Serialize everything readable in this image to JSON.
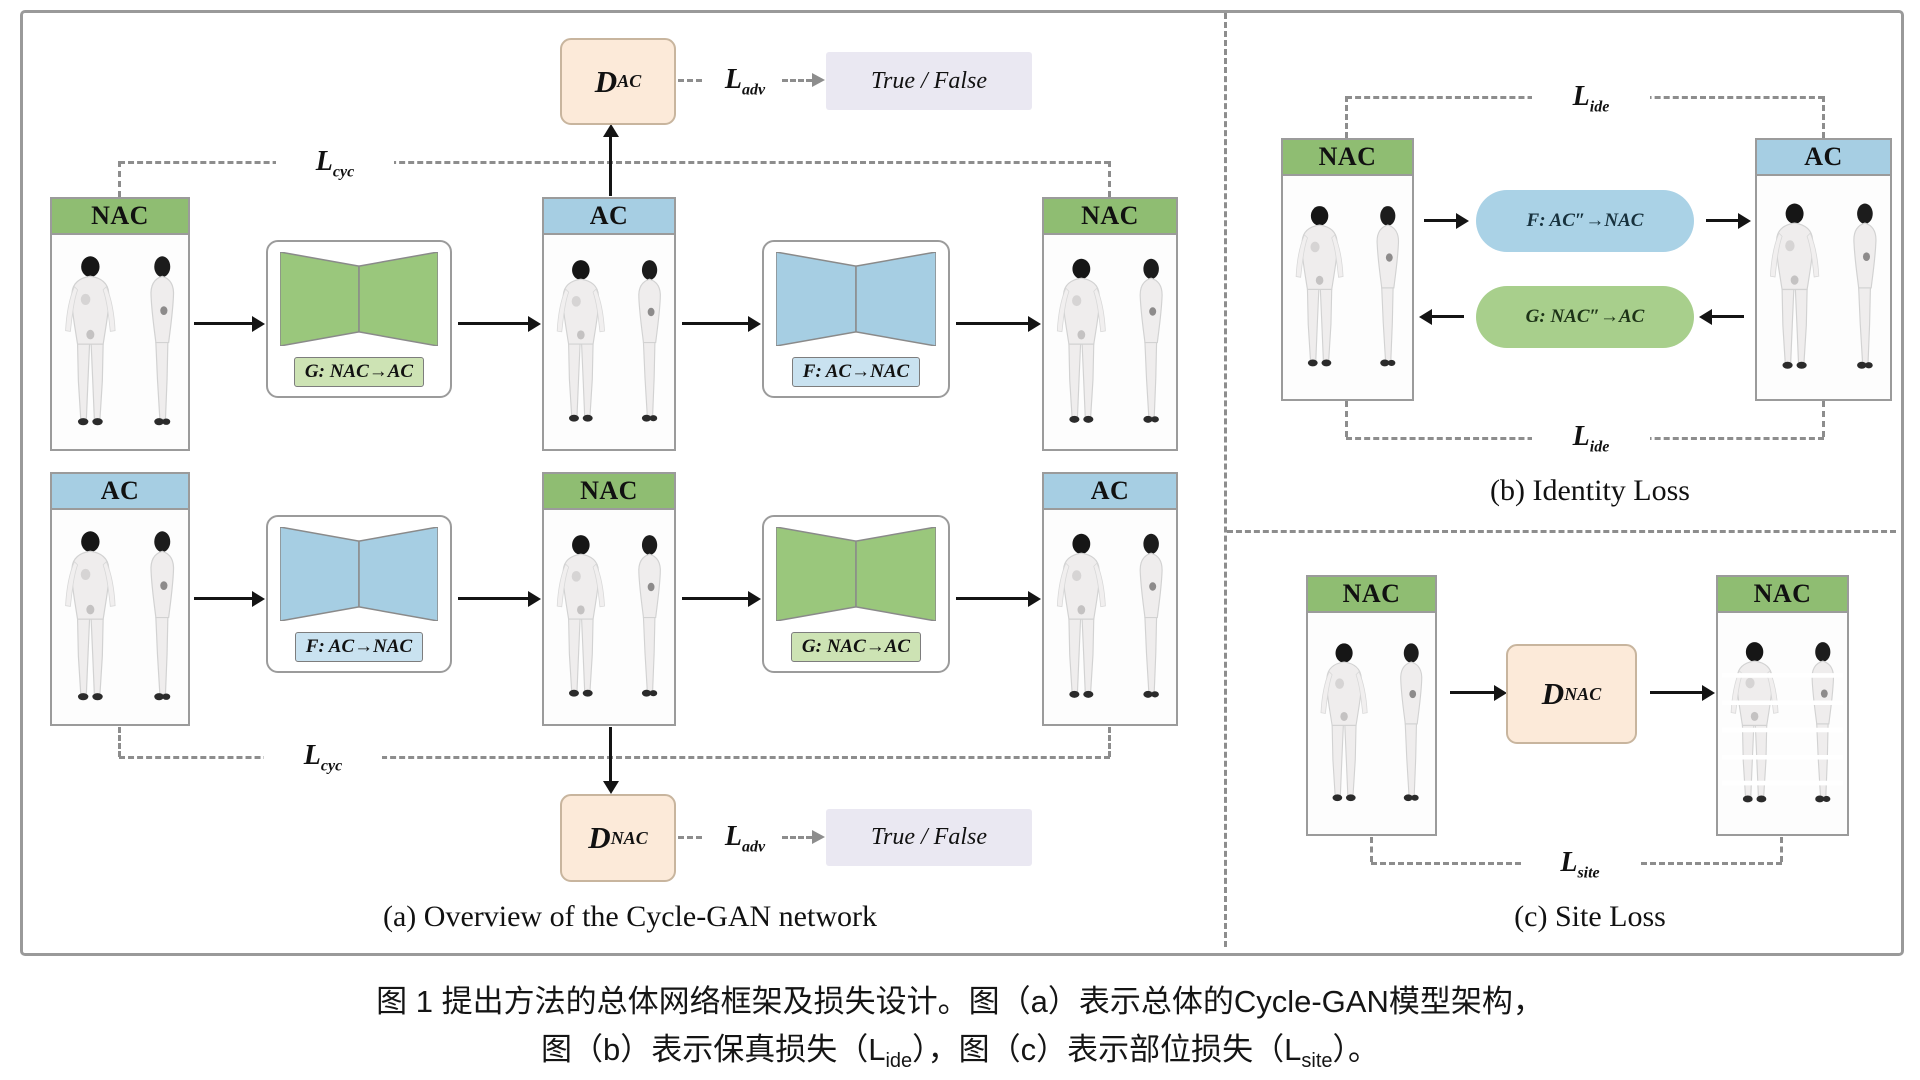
{
  "panel_a": {
    "caption": "(a) Overview of the Cycle-GAN network",
    "loss_cyc_top": {
      "main": "L",
      "sub": "cyc"
    },
    "loss_cyc_bottom": {
      "main": "L",
      "sub": "cyc"
    },
    "loss_adv_top": {
      "main": "L",
      "sub": "adv"
    },
    "loss_adv_bottom": {
      "main": "L",
      "sub": "adv"
    },
    "disc_ac": {
      "main": "D",
      "sub": "AC"
    },
    "disc_nac": {
      "main": "D",
      "sub": "NAC"
    },
    "true_false_top": "True / False",
    "true_false_bottom": "True / False",
    "images": {
      "row1_left": "NAC",
      "row1_mid": "AC",
      "row1_right": "NAC",
      "row2_left": "AC",
      "row2_mid": "NAC",
      "row2_right": "AC"
    },
    "generators": {
      "g1": "G: NAC→AC",
      "f1": "F: AC→NAC",
      "f2": "F: AC→NAC",
      "g2": "G: NAC→AC"
    }
  },
  "panel_b": {
    "caption": "(b) Identity Loss",
    "loss_ide_top": {
      "main": "L",
      "sub": "ide"
    },
    "loss_ide_bottom": {
      "main": "L",
      "sub": "ide"
    },
    "img_left": "NAC",
    "img_right": "AC",
    "pill_f": "F: AC″→NAC",
    "pill_g": "G: NAC″→AC"
  },
  "panel_c": {
    "caption": "(c) Site Loss",
    "disc_nac": {
      "main": "D",
      "sub": "NAC"
    },
    "loss_site": {
      "main": "L",
      "sub": "site"
    },
    "img_left": "NAC",
    "img_right": "NAC"
  },
  "figure_caption": {
    "line1": "图 1 提出方法的总体网络框架及损失设计。图（a）表示总体的Cycle-GAN模型架构，",
    "line2_pre": "图（b）表示保真损失（L",
    "line2_sub1": "ide",
    "line2_mid": "），图（c）表示部位损失（L",
    "line2_sub2": "site",
    "line2_post": "）。"
  },
  "colors": {
    "nac_green": "#8fbd72",
    "ac_blue": "#a6cee3",
    "disc_peach": "#fcead9",
    "truefalse_lavender": "#eae8f2",
    "dash_gray": "#8d8d8d"
  }
}
